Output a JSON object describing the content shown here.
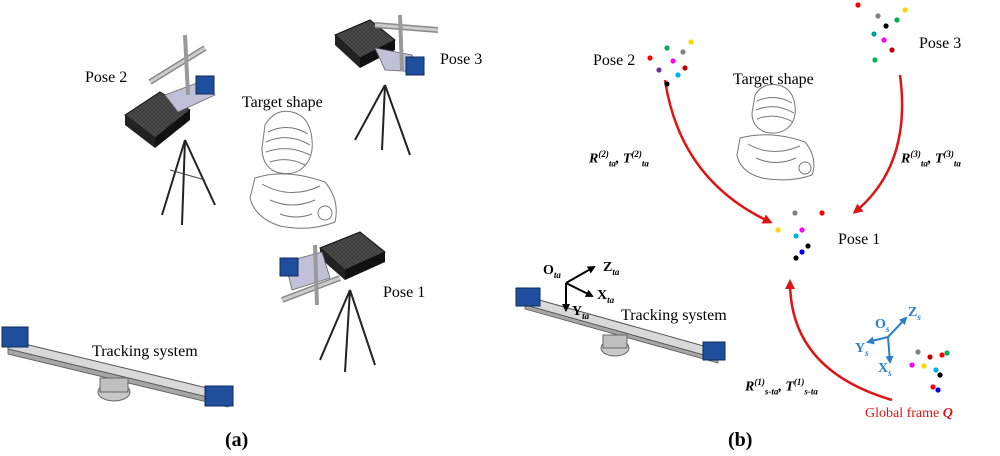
{
  "panel_a": {
    "caption_open": "(",
    "caption_letter": "a",
    "caption_close": ")",
    "pose2": "Pose 2",
    "pose3": "Pose 3",
    "pose1": "Pose 1",
    "target_shape": "Target shape",
    "tracking_system": "Tracking system"
  },
  "panel_b": {
    "caption_open": "(",
    "caption_letter": "b",
    "caption_close": ")",
    "pose2": "Pose 2",
    "pose3": "Pose 3",
    "pose1": "Pose 1",
    "target_shape": "Target shape",
    "tracking_system": "Tracking system",
    "global_frame": "Global frame",
    "global_frame_symbol": "Q",
    "tracker_axes": {
      "origin": "O",
      "z": "Z",
      "x": "X",
      "y": "Y",
      "sub": "ta"
    },
    "sensor_axes": {
      "origin": "O",
      "z": "Z",
      "x": "X",
      "y": "Y",
      "sub": "s"
    },
    "transform2": {
      "r": "R",
      "t": "T",
      "sup": "(2)",
      "sub": "ta",
      "sep": ", "
    },
    "transform3": {
      "r": "R",
      "t": "T",
      "sup": "(3)",
      "sub": "ta",
      "sep": ", "
    },
    "transform1": {
      "r": "R",
      "t": "T",
      "sup": "(1)",
      "sub": "s-ta",
      "sep": ", "
    },
    "arrow_color": "#e01414",
    "sensor_axis_color": "#2a7fc9"
  },
  "marker_colors": [
    "#ff0000",
    "#00b050",
    "#ffd700",
    "#ff00ff",
    "#00b0f0",
    "#7030a0",
    "#000000",
    "#0000ff",
    "#c00000",
    "#808080",
    "#00a0a0",
    "#ff6600"
  ]
}
